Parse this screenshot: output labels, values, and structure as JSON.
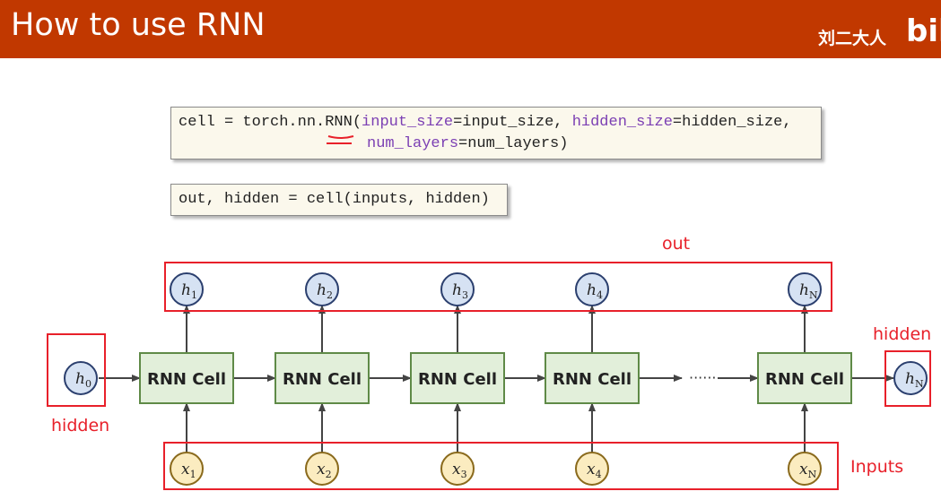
{
  "header": {
    "title": "How to use RNN",
    "brand": "刘二大人",
    "logo": "bili",
    "bg_color": "#c13800"
  },
  "code1": {
    "p1": "cell = torch.nn.",
    "rnn": "RNN",
    "p2": "(",
    "k1": "input_size",
    "p3": "=input_size, ",
    "k2": "hidden_size",
    "p4": "=hidden_size,",
    "k3": "num_layers",
    "p5": "=num_layers)"
  },
  "code2": {
    "text": "out, hidden = cell(inputs, hidden)"
  },
  "diagram": {
    "cell_label": "RNN Cell",
    "dots": "······",
    "h0": {
      "base": "h",
      "sub": "0"
    },
    "hn_out": {
      "base": "h",
      "sub": "N"
    },
    "outputs": [
      {
        "base": "h",
        "sub": "1"
      },
      {
        "base": "h",
        "sub": "2"
      },
      {
        "base": "h",
        "sub": "3"
      },
      {
        "base": "h",
        "sub": "4"
      },
      {
        "base": "h",
        "sub": "N"
      }
    ],
    "inputs": [
      {
        "base": "x",
        "sub": "1"
      },
      {
        "base": "x",
        "sub": "2"
      },
      {
        "base": "x",
        "sub": "3"
      },
      {
        "base": "x",
        "sub": "4"
      },
      {
        "base": "x",
        "sub": "N"
      }
    ],
    "labels": {
      "out": "out",
      "hidden_left": "hidden",
      "hidden_right": "hidden",
      "inputs": "Inputs"
    },
    "colors": {
      "cell_fill": "#e2efda",
      "cell_stroke": "#5f8a47",
      "h_fill": "#d6e2f3",
      "h_stroke": "#2b3f6e",
      "x_fill": "#fbecc0",
      "x_stroke": "#8a6a1c",
      "annotation": "#e8202a"
    }
  }
}
